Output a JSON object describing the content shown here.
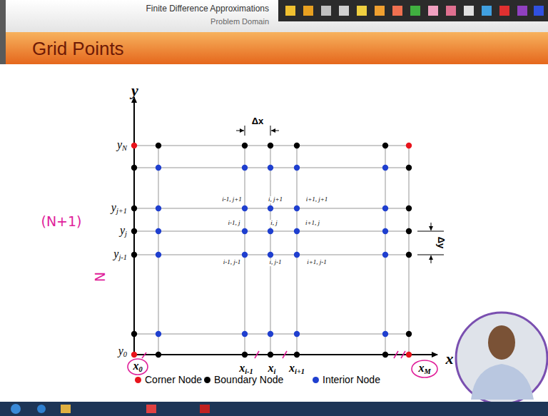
{
  "diagram": {
    "title": "Grid Points",
    "labels": [
      "Finite Difference Approximations",
      "Problem Domain",
      "y",
      "x",
      "Δx",
      "Δy",
      "yN",
      "yj+1",
      "yj",
      "yj-1",
      "y0",
      "x0",
      "xi-1",
      "xi",
      "xi+1",
      "xM",
      "i-1, j+1",
      "i, j+1",
      "i+1, j+1",
      "i-1, j",
      "i, j",
      "i+1, j",
      "i-1, j-1",
      "i, j-1",
      "i+1, j-1",
      "(N+1)",
      "N"
    ],
    "legend": [
      {
        "text": "Corner Node",
        "color": "#e8141c"
      },
      {
        "text": "Boundary Node",
        "color": "#000000"
      },
      {
        "text": "Interior Node",
        "color": "#1f3fcf"
      }
    ]
  }
}
